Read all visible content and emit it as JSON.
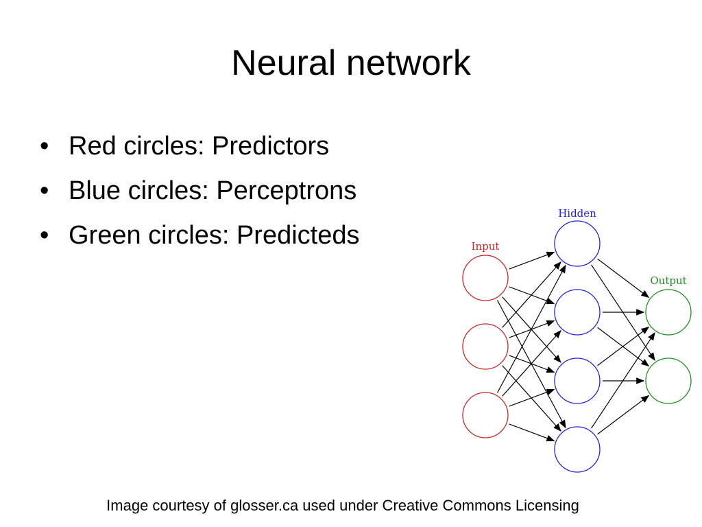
{
  "slide": {
    "title": "Neural network",
    "bullets": [
      "Red circles: Predictors",
      "Blue circles: Perceptrons",
      "Green circles: Predicteds"
    ],
    "caption": "Image courtesy of glosser.ca used under Creative Commons Licensing"
  },
  "diagram": {
    "layers": [
      {
        "label": "Input",
        "nodes": 3,
        "color": "#c0282a"
      },
      {
        "label": "Hidden",
        "nodes": 4,
        "color": "#2222cc"
      },
      {
        "label": "Output",
        "nodes": 2,
        "color": "#228b22"
      }
    ]
  }
}
